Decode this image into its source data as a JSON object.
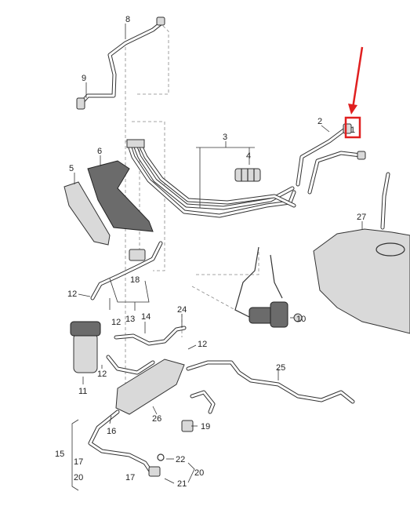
{
  "diagram": {
    "labels": {
      "p1": "1",
      "p2": "2",
      "p3": "3",
      "p4": "4",
      "p5": "5",
      "p6": "6",
      "p8": "8",
      "p9": "9",
      "p10": "10",
      "p11": "11",
      "p12a": "12",
      "p12b": "12",
      "p12c": "12",
      "p12d": "12",
      "p13": "13",
      "p14": "14",
      "p15": "15",
      "p16": "16",
      "p17a": "17",
      "p17b": "17",
      "p18": "18",
      "p19": "19",
      "p20a": "20",
      "p20b": "20",
      "p21": "21",
      "p22": "22",
      "p24": "24",
      "p25": "25",
      "p26": "26",
      "p27": "27"
    },
    "highlight_color": "#e02020"
  }
}
